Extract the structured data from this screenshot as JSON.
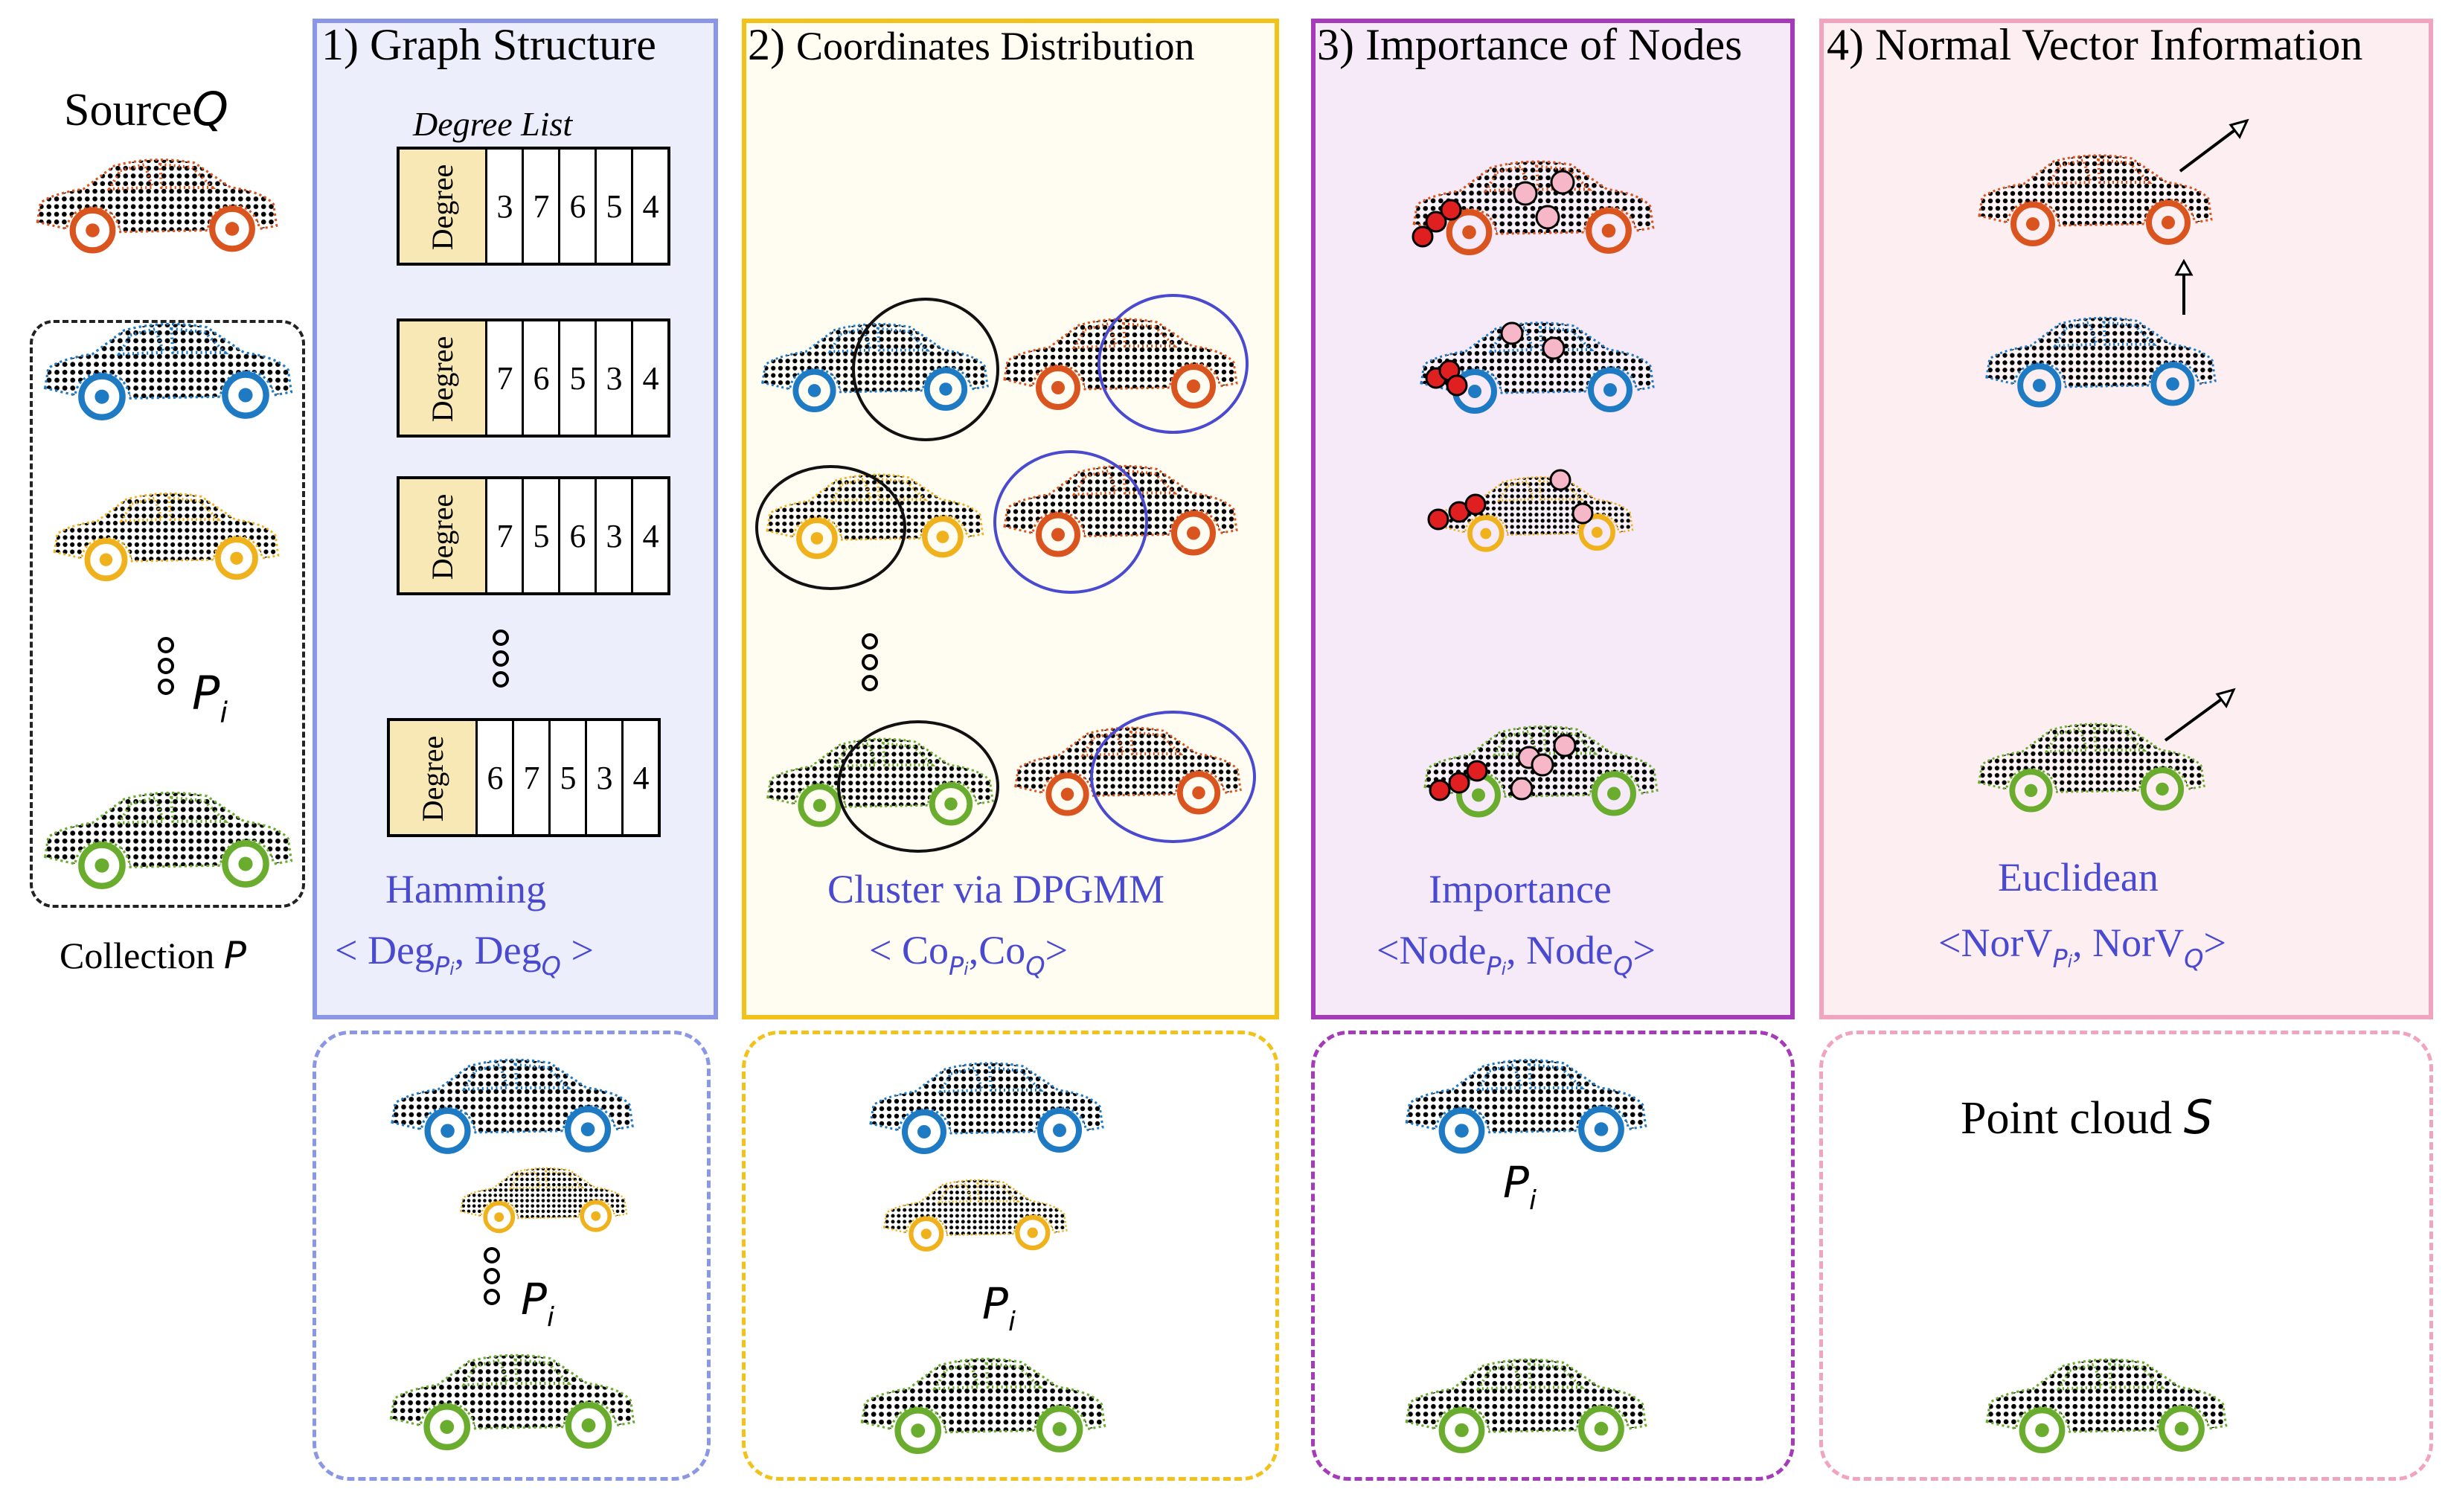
{
  "colors": {
    "panel1_border": "#8a97e6",
    "panel1_fill": "#eceefb",
    "panel2_border": "#f2c21b",
    "panel2_fill": "#fffcf2",
    "panel3_border": "#a53bb8",
    "panel3_fill": "#f6e9f8",
    "panel4_border": "#f1a4bf",
    "panel4_fill": "#fdeef1",
    "car_orange": "#d9541e",
    "car_blue": "#1f7ac4",
    "car_yellow": "#f0b21c",
    "car_green": "#6aad2e",
    "caption_blue": "#4a4ad0",
    "node_red": "#e02020",
    "node_pink": "#f6b8c8"
  },
  "left": {
    "source_label": "Source",
    "source_symbol": "Q",
    "collection_label": "Collection",
    "collection_symbol": "P",
    "pi_symbol": "P",
    "pi_subscript": "i"
  },
  "panels": [
    {
      "title": "1) Graph Structure",
      "degree_list_label": "Degree List",
      "degree_row_label": "Degree",
      "rows": [
        [
          "3",
          "7",
          "6",
          "5",
          "4"
        ],
        [
          "7",
          "6",
          "5",
          "3",
          "4"
        ],
        [
          "7",
          "5",
          "6",
          "3",
          "4"
        ],
        [
          "6",
          "7",
          "5",
          "3",
          "4"
        ]
      ],
      "caption_main": "Hamming",
      "caption_formula": {
        "open": "< Deg",
        "sub1": "P",
        "sub1i": "i",
        "mid": ", Deg",
        "sub2": "Q",
        "close": ">"
      },
      "result_pi": "P",
      "result_pi_sub": "i"
    },
    {
      "title_num": "2)",
      "title": "Coordinates Distribution",
      "caption_main": "Cluster via DPGMM",
      "caption_formula": {
        "open": "< Co",
        "sub1": "P",
        "sub1i": "i",
        "mid": ",Co",
        "sub2": "Q",
        "close": ">"
      },
      "result_pi": "P",
      "result_pi_sub": "i"
    },
    {
      "title": "3) Importance of Nodes",
      "caption_main": "Importance",
      "caption_formula": {
        "open": "<Node",
        "sub1": "P",
        "sub1i": "i",
        "mid": ", Node",
        "sub2": "Q",
        "close": ">"
      },
      "result_pi": "P",
      "result_pi_sub": "i"
    },
    {
      "title": "4) Normal Vector Information",
      "caption_main": "Euclidean",
      "caption_formula": {
        "open": "<NorV",
        "sub1": "P",
        "sub1i": "i",
        "mid": ", NorV",
        "sub2": "Q",
        "close": ">"
      },
      "result_label": "Point cloud",
      "result_symbol": "S"
    }
  ]
}
